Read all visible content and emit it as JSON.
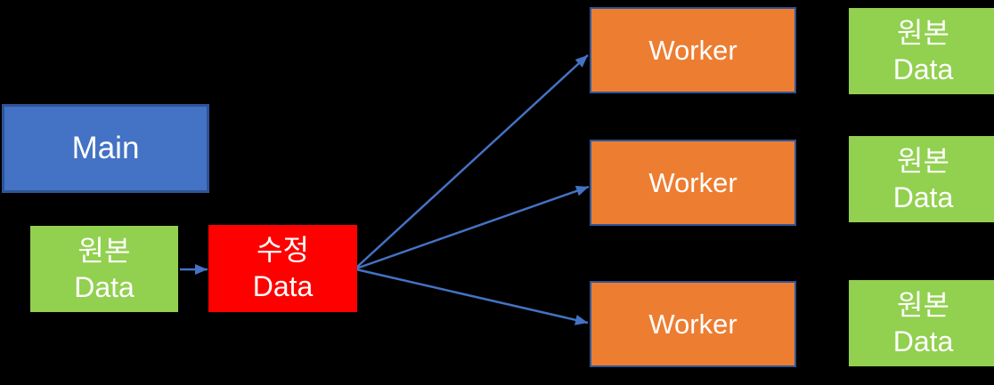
{
  "diagram": {
    "description": "Parallel processing data-copy diagram: a main process with original data, modified data broadcast to three workers each holding original data",
    "main": {
      "label": "Main"
    },
    "source_data": {
      "line1": "원본",
      "line2": "Data"
    },
    "modified_data": {
      "line1": "수정",
      "line2": "Data"
    },
    "workers": [
      {
        "label": "Worker",
        "data": {
          "line1": "원본",
          "line2": "Data"
        }
      },
      {
        "label": "Worker",
        "data": {
          "line1": "원본",
          "line2": "Data"
        }
      },
      {
        "label": "Worker",
        "data": {
          "line1": "원본",
          "line2": "Data"
        }
      }
    ],
    "edges": [
      {
        "from": "source_data",
        "to": "modified_data"
      },
      {
        "from": "modified_data",
        "to": "worker-1"
      },
      {
        "from": "modified_data",
        "to": "worker-2"
      },
      {
        "from": "modified_data",
        "to": "worker-3"
      }
    ]
  },
  "colors": {
    "background": "#000000",
    "blue_fill": "#4472C4",
    "blue_border": "#2F5597",
    "orange_fill": "#ED7D31",
    "green_fill": "#92D050",
    "red_fill": "#FF0000",
    "arrow_color": "#4472C4",
    "text_color": "#FFFFFF"
  }
}
